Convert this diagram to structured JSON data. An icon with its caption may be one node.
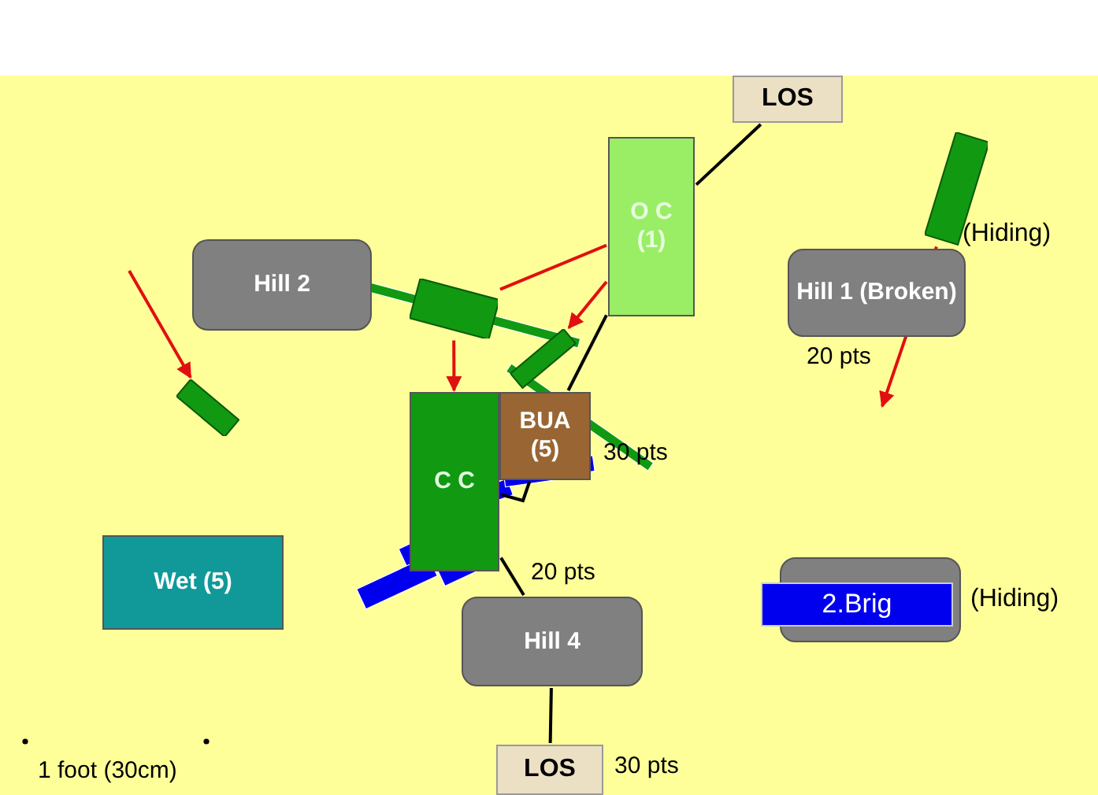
{
  "diagram": {
    "nodes": [
      {
        "text": [
          "LOS"
        ]
      },
      {
        "text": [
          "O C (1)"
        ]
      },
      {
        "text": [
          "Hill 2"
        ]
      },
      {
        "text": [
          "Hill 1 (Broken)"
        ]
      },
      {
        "text": [
          "C C"
        ]
      },
      {
        "text": [
          "BUA (5)"
        ]
      },
      {
        "text": [
          "Wet (5)"
        ]
      },
      {
        "text": [],
        "shape": "box"
      },
      {
        "text": [
          "2.Brig"
        ],
        "beside": [
          "(Hiding)"
        ]
      },
      {
        "text": [
          "Hill 4"
        ]
      },
      {
        "text": [
          "LOS"
        ]
      },
      {
        "text": [],
        "shape": "bar",
        "beside": [
          "(Hiding)"
        ]
      },
      {
        "text": [],
        "shape": "bar"
      },
      {
        "text": [],
        "shape": "bar"
      },
      {
        "text": [],
        "shape": "bar"
      }
    ],
    "edges": [
      {
        "from": 0,
        "to": 1,
        "arrow": "none",
        "color": "#000000"
      },
      {
        "from": 1,
        "to": 5,
        "arrow": "none",
        "color": "#000000"
      },
      {
        "from": 5,
        "to": 4,
        "arrow": "none",
        "color": "#000000"
      },
      {
        "from": 4,
        "to": 9,
        "arrow": "none",
        "color": "#000000"
      },
      {
        "from": 9,
        "to": 10,
        "arrow": "none",
        "color": "#000000"
      },
      {
        "from": null,
        "to": 12,
        "arrow": "to",
        "color": "#e01010"
      },
      {
        "from": 13,
        "to": 4,
        "arrow": "to",
        "color": "#e01010"
      },
      {
        "from": 13,
        "to": 1,
        "arrow": "none",
        "color": "#e01010"
      },
      {
        "from": 1,
        "to": 14,
        "arrow": "to",
        "color": "#e01010"
      },
      {
        "from": 11,
        "to": null,
        "arrow": "to",
        "color": "#e01010"
      }
    ],
    "labels": [
      "20 pts",
      "30 pts",
      "20 pts",
      "1 foot (30cm)",
      "30 pts"
    ]
  }
}
